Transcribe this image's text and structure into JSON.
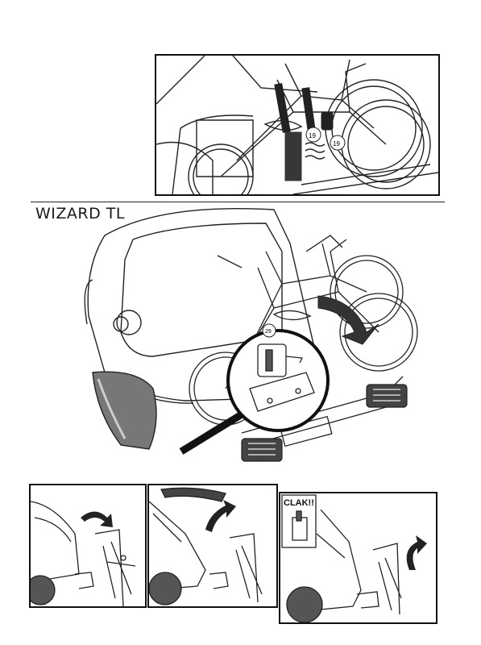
{
  "heading": "WIZARD TL",
  "callouts": {
    "top_left": "19",
    "top_right": "19",
    "magnifier": "29"
  },
  "step3_label": "CLAK!!",
  "icons": [
    "arrow-curved-icon",
    "magnifier-icon",
    "bike-carrier-icon"
  ]
}
